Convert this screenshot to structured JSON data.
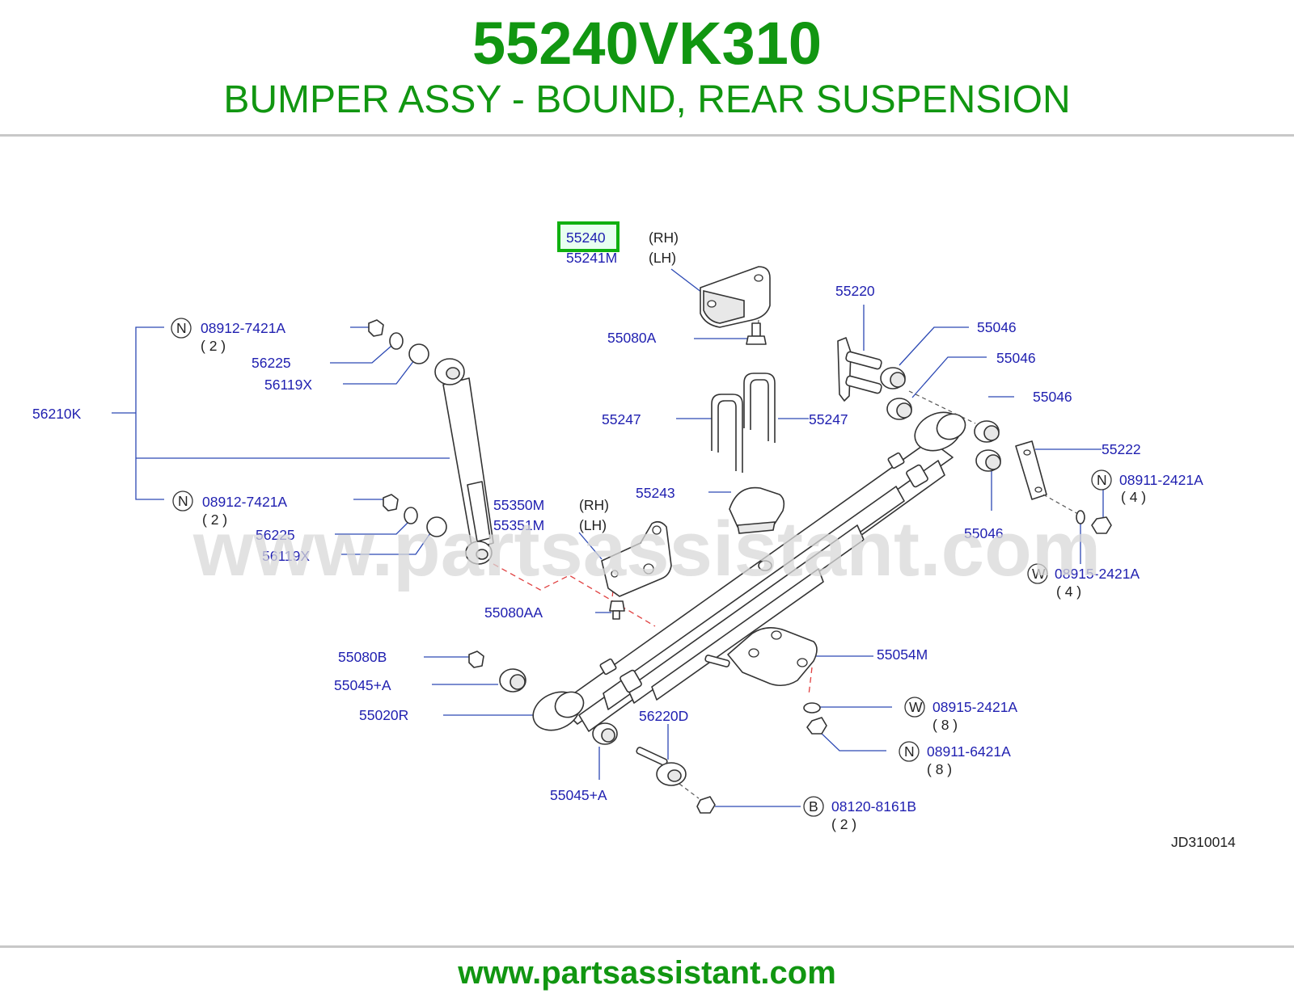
{
  "header": {
    "part_number": "55240VK310",
    "part_description": "BUMPER ASSY - BOUND, REAR SUSPENSION"
  },
  "footer": {
    "site": "www.partsassistant.com"
  },
  "watermark": "www.partsassistant.com",
  "diagram_code": "JD310014",
  "colors": {
    "title_green": "#119611",
    "label_blue": "#1f1fb0",
    "highlight_green": "#10b010",
    "watermark_gray": "#d8d8d8"
  },
  "labels": {
    "l_55240": "55240",
    "l_55241m": "55241M",
    "rh1": "(RH)",
    "lh1": "(LH)",
    "l_55080a": "55080A",
    "l_55220": "55220",
    "l_55046_a": "55046",
    "l_55046_b": "55046",
    "l_55046_c": "55046",
    "l_55046_d": "55046",
    "l_55247_l": "55247",
    "l_55247_r": "55247",
    "l_55222": "55222",
    "l_08911_2421a": "08911-2421A",
    "q_4a": "( 4 )",
    "l_08915_2421a_a": "08915-2421A",
    "q_4b": "( 4 )",
    "l_55243": "55243",
    "l_55350m": "55350M",
    "l_55351m": "55351M",
    "rh2": "(RH)",
    "lh2": "(LH)",
    "l_55080aa": "55080AA",
    "l_08912_7421a_a": "08912-7421A",
    "q_2a": "( 2 )",
    "l_56225_a": "56225",
    "l_56119x_a": "56119X",
    "l_56210k": "56210K",
    "l_08912_7421a_b": "08912-7421A",
    "q_2b": "( 2 )",
    "l_56225_b": "56225",
    "l_56119x_b": "56119X",
    "l_55080b": "55080B",
    "l_55045a_a": "55045+A",
    "l_55020r": "55020R",
    "l_55045a_b": "55045+A",
    "l_56220d": "56220D",
    "l_55054m": "55054M",
    "l_08915_2421a_b": "08915-2421A",
    "q_8a": "( 8 )",
    "l_08911_6421a": "08911-6421A",
    "q_8b": "( 8 )",
    "l_08120_8161b": "08120-8161B",
    "q_2c": "( 2 )"
  },
  "badges": {
    "n": "N",
    "w": "W",
    "b": "B"
  }
}
